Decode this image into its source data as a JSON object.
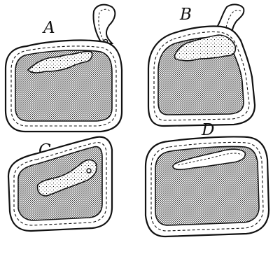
{
  "figure": {
    "panels": [
      {
        "id": "A",
        "label": "A"
      },
      {
        "id": "B",
        "label": "B"
      },
      {
        "id": "C",
        "label": "C"
      },
      {
        "id": "D",
        "label": "D"
      }
    ],
    "colors": {
      "ink": "#111111",
      "paper": "#ffffff",
      "hatch": "#2a2a2a"
    }
  }
}
